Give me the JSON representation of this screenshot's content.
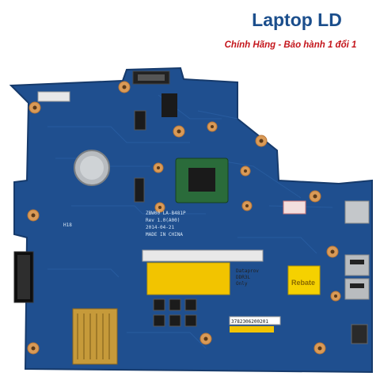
{
  "brand": {
    "title": "Laptop LD",
    "subtitle": "Chính Hãng - Bảo hành 1 đổi 1",
    "title_color": "#1b4e8c",
    "subtitle_color": "#c4161c"
  },
  "board": {
    "pcb_color": "#1f4f8f",
    "silkscreen_lines": [
      "ZBW00 LA-B481P",
      "Rev 1.0(A00)",
      "2014-04-21",
      "MADE IN CHINA"
    ],
    "connector_label": "H18",
    "memory_label_lines": [
      "Dataprov",
      "DDR3L",
      "Only"
    ],
    "serial_label": "3782306200201",
    "sticker_text": "Rebate"
  }
}
